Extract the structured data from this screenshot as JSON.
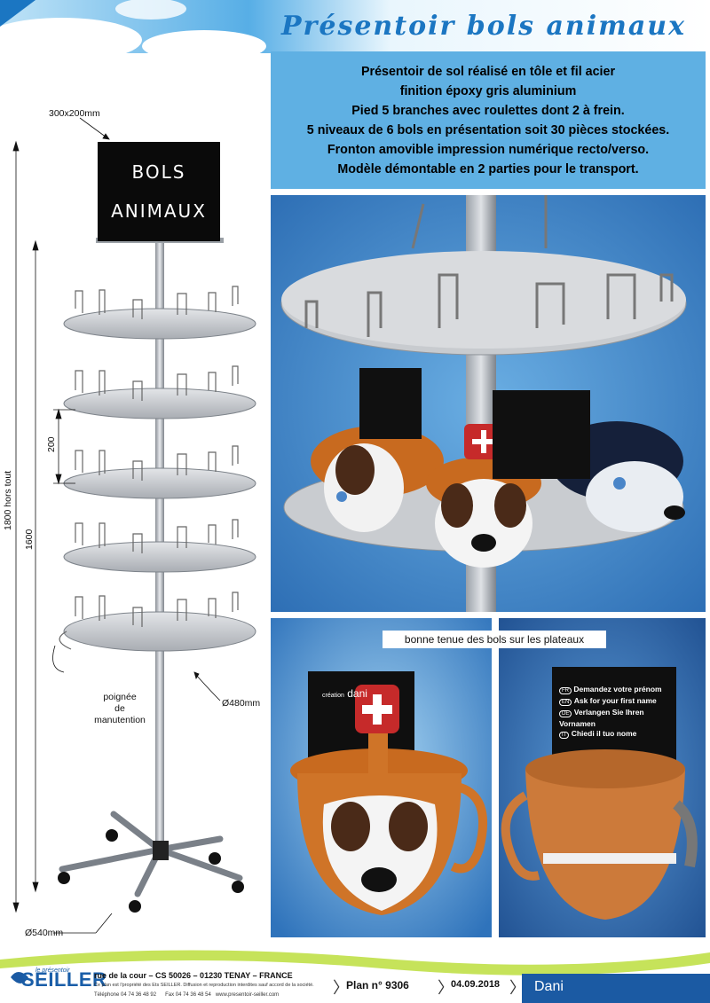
{
  "header": {
    "title": "Présentoir bols animaux"
  },
  "description": {
    "lines": [
      "Présentoir de sol réalisé en tôle et fil acier",
      "finition époxy gris aluminium",
      "Pied 5 branches avec roulettes dont 2 à frein.",
      "5 niveaux de 6 bols en présentation soit 30 pièces stockées.",
      "Fronton amovible impression numérique recto/verso.",
      "Modèle démontable en 2 parties pour le transport."
    ]
  },
  "sign": {
    "line1": "BOLS",
    "line2": "ANIMAUX"
  },
  "dimensions": {
    "sign_size": "300x200mm",
    "total_height": "1800 hors tout",
    "height": "1600",
    "spacing": "200",
    "tray_diameter": "Ø480mm",
    "base_diameter": "Ø540mm",
    "handle_label": [
      "poignée",
      "de",
      "manutention"
    ]
  },
  "photos": {
    "caption": "bonne tenue des bols sur les plateaux",
    "card_brand": "dani",
    "card_brand_prefix": "création",
    "card_lines": [
      {
        "code": "FR",
        "text": "Demandez votre prénom"
      },
      {
        "code": "EN",
        "text": "Ask for your first name"
      },
      {
        "code": "DE",
        "text": "Verlangen Sie Ihren Vornamen"
      },
      {
        "code": "IT",
        "text": "Chiedi il tuo nome"
      }
    ]
  },
  "footer": {
    "logo_small": "le présentoir",
    "logo": "SEILLER",
    "address": "rue de la cour – CS 50026 – 01230 TENAY – FRANCE",
    "legal": "Ce plan est l'propriété des Ets SEILLER. Diffusion et reproduction interdites sauf accord de la société.",
    "phone": "Téléphone 04 74 36 48 92",
    "fax": "Fax 04 74 36 48 54",
    "website": "www.presentoir-seiller.com",
    "plan": "Plan n° 9306",
    "date": "04.09.2018",
    "name": "Dani"
  },
  "colors": {
    "accent": "#1b76c2",
    "desc_bg": "#5fb0e3",
    "footer_name_bg": "#1b5aa3"
  }
}
